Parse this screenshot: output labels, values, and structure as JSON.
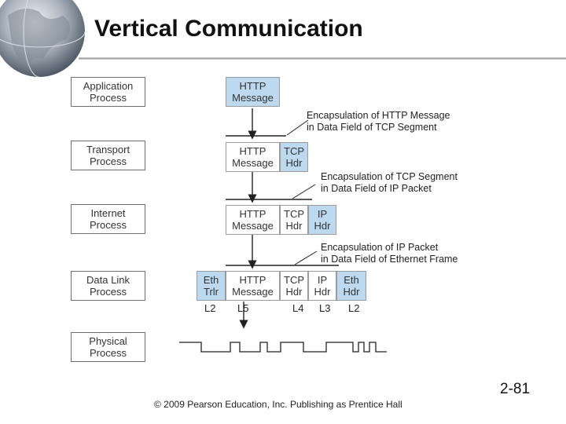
{
  "title": "Vertical Communication",
  "layers": [
    "Application\nProcess",
    "Transport\nProcess",
    "Internet\nProcess",
    "Data Link\nProcess",
    "Physical\nProcess"
  ],
  "rows": {
    "app": [
      "HTTP\nMessage"
    ],
    "transport": [
      "HTTP\nMessage",
      "TCP\nHdr"
    ],
    "internet": [
      "HTTP\nMessage",
      "TCP\nHdr",
      "IP\nHdr"
    ],
    "datalink": [
      "Eth\nTrlr",
      "HTTP\nMessage",
      "TCP\nHdr",
      "IP\nHdr",
      "Eth\nHdr"
    ]
  },
  "notes": [
    "Encapsulation of HTTP Message\nin Data Field of TCP Segment",
    "Encapsulation of TCP Segment\nin Data Field of IP Packet",
    "Encapsulation of IP Packet\nin Data Field of Ethernet Frame"
  ],
  "layer_labels": [
    "L2",
    "L5",
    "L4",
    "L3",
    "L2"
  ],
  "page_number": "2-81",
  "footer": "© 2009 Pearson Education, Inc.  Publishing as Prentice Hall",
  "colors": {
    "cell_blue": "#bcd9ef",
    "rule": "#a0a0a0"
  }
}
